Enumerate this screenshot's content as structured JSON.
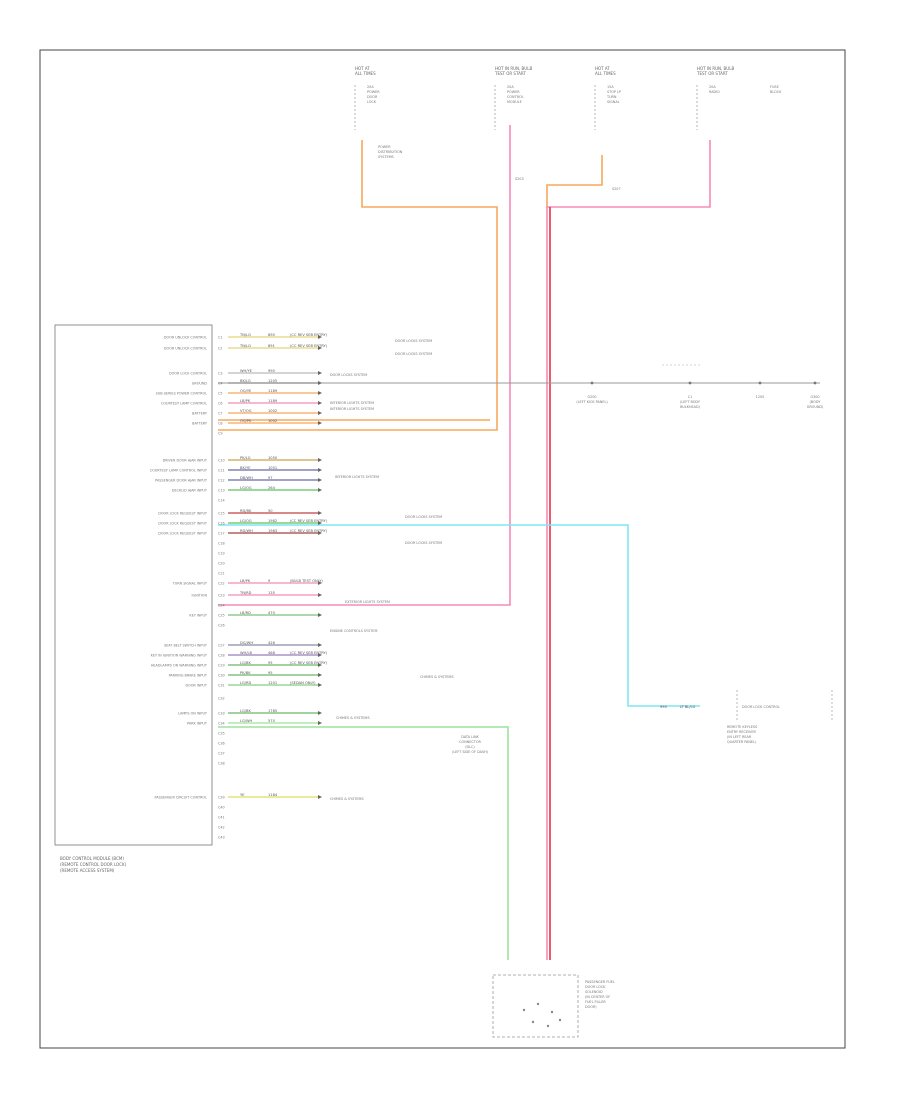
{
  "diagram": {
    "figure_id": "",
    "module_caption": [
      "BODY CONTROL MODULE (BCM)",
      "(REMOTE CONTROL DOOR LOCK)",
      "(REMOTE ACCESS SYSTEM)"
    ],
    "top_sources": [
      {
        "lines": [
          "HOT AT",
          "ALL TIMES"
        ],
        "fuse": [
          "20A",
          "POWER",
          "DOOR",
          "LOCK"
        ]
      },
      {
        "lines": [
          "HOT IN RUN, BULB",
          "TEST OR START"
        ],
        "fuse": [
          "20A",
          "POWER",
          "CONTROL",
          "MODULE"
        ]
      },
      {
        "lines": [
          "HOT AT",
          "ALL TIMES"
        ],
        "fuse": [
          "15A",
          "STOP LP",
          "TURN",
          "SIGNAL"
        ]
      },
      {
        "lines": [
          "HOT IN RUN, BULB",
          "TEST OR START"
        ],
        "fuse": [
          "20A",
          "RADIO"
        ]
      }
    ],
    "top_notes": [
      "POWER",
      "DISTRIBUTION",
      "SYSTEMS",
      "FUSE",
      "BLOCK",
      "S203",
      "S207"
    ],
    "module_pins": [
      {
        "pin": "C1",
        "wire": [
          "TN/LG",
          "890",
          "(CC REV SEB ENTRY)"
        ],
        "label": "DOOR UNLOCK CONTROL"
      },
      {
        "pin": "C2",
        "wire": [
          "TN/LG",
          "891",
          "(CC REV SEB ENTRY)"
        ],
        "label": "DOOR UNLOCK CONTROL"
      },
      {
        "pin": "C3",
        "wire": [
          "WH/YE",
          "990"
        ],
        "label": "DOOR LOCK CONTROL"
      },
      {
        "pin": "C4",
        "wire": [
          "BK/LG",
          "1205"
        ],
        "label": "GROUND"
      },
      {
        "pin": "C5",
        "wire": [
          "OG/YE",
          "1189"
        ],
        "label": "SUB-SERIES POWER CONTROL"
      },
      {
        "pin": "C6",
        "wire": [
          "LB/PK",
          "1189"
        ],
        "label": "COURTESY LAMP CONTROL"
      },
      {
        "pin": "C7",
        "wire": [
          "VT/OG",
          "1002"
        ],
        "label": "BATTERY"
      },
      {
        "pin": "C8",
        "wire": [
          "OG/PK",
          "1002"
        ],
        "label": "BATTERY"
      },
      {
        "pin": "C9",
        "wire": [],
        "label": ""
      },
      {
        "pin": "C10",
        "wire": [
          "PK/LG",
          "1050"
        ],
        "label": "DRIVER DOOR AJAR INPUT"
      },
      {
        "pin": "C11",
        "wire": [
          "BK/YE",
          "1051"
        ],
        "label": "COURTESY LAMP CONTROL INPUT"
      },
      {
        "pin": "C12",
        "wire": [
          "DB/WH",
          "97"
        ],
        "label": "PASSENGER DOOR AJAR INPUT"
      },
      {
        "pin": "C13",
        "wire": [
          "LG/OG",
          "264"
        ],
        "label": "DECKLID AJAR INPUT"
      },
      {
        "pin": "C14",
        "wire": [],
        "label": ""
      },
      {
        "pin": "C15",
        "wire": [
          "RD/BK",
          "50"
        ],
        "label": "DOOR LOCK REQUEST INPUT"
      },
      {
        "pin": "C16",
        "wire": [
          "LG/OG",
          "1982",
          "(CC REV SEB ENTRY)"
        ],
        "label": "DOOR LOCK REQUEST INPUT"
      },
      {
        "pin": "C17",
        "wire": [
          "RD/WH",
          "1983",
          "(CC REV SEB ENTRY)"
        ],
        "label": "DOOR LOCK REQUEST INPUT"
      },
      {
        "pin": "C18",
        "wire": [],
        "label": ""
      },
      {
        "pin": "C19",
        "wire": [],
        "label": ""
      },
      {
        "pin": "C20",
        "wire": [],
        "label": ""
      },
      {
        "pin": "C21",
        "wire": [],
        "label": ""
      },
      {
        "pin": "C22",
        "wire": [
          "LB/PK",
          "9",
          "(BULB TEST ONLY)"
        ],
        "label": "TURN SIGNAL INPUT"
      },
      {
        "pin": "C23",
        "wire": [
          "TN/RD",
          "135"
        ],
        "label": "IGNITION"
      },
      {
        "pin": "C24",
        "wire": [],
        "label": ""
      },
      {
        "pin": "C25",
        "wire": [
          "LB/RD",
          "470"
        ],
        "label": "KEY INPUT"
      },
      {
        "pin": "C26",
        "wire": [],
        "label": ""
      },
      {
        "pin": "C27",
        "wire": [
          "DG/WH",
          "426"
        ],
        "label": "SEAT BELT SWITCH INPUT"
      },
      {
        "pin": "C28",
        "wire": [
          "WH/LB",
          "468",
          "(CC REV SEB ENTRY)"
        ],
        "label": "KEY IN IGNITION WARNING INPUT"
      },
      {
        "pin": "C29",
        "wire": [
          "LG/BK",
          "95",
          "(CC REV SEB ENTRY)"
        ],
        "label": "HEADLAMPS ON WARNING INPUT"
      },
      {
        "pin": "C30",
        "wire": [
          "PK/BK",
          "95"
        ],
        "label": "PARKING BRAKE INPUT"
      },
      {
        "pin": "C31",
        "wire": [
          "LG/RD",
          "1201",
          "(SEDAN ONLY)"
        ],
        "label": "DOOR INPUT"
      },
      {
        "pin": "C32",
        "wire": [],
        "label": ""
      },
      {
        "pin": "C33",
        "wire": [
          "LG/BK",
          "1785"
        ],
        "label": "LAMPS ON INPUT"
      },
      {
        "pin": "C34",
        "wire": [
          "LG/WH",
          "570"
        ],
        "label": "PARK INPUT"
      },
      {
        "pin": "C35",
        "wire": [],
        "label": ""
      },
      {
        "pin": "C36",
        "wire": [],
        "label": ""
      },
      {
        "pin": "C37",
        "wire": [],
        "label": ""
      },
      {
        "pin": "C38",
        "wire": [],
        "label": ""
      },
      {
        "pin": "C39",
        "wire": [
          "YE",
          "1184"
        ],
        "label": "PASSENGER CIRCUIT CONTROL"
      },
      {
        "pin": "C40",
        "wire": [],
        "label": ""
      },
      {
        "pin": "C41",
        "wire": [],
        "label": ""
      },
      {
        "pin": "C42",
        "wire": [],
        "label": ""
      },
      {
        "pin": "C43",
        "wire": [],
        "label": ""
      }
    ],
    "system_refs": [
      {
        "text": "DOOR LOCKS SYSTEM"
      },
      {
        "text": "DOOR LOCKS SYSTEM"
      },
      {
        "text": "DOOR LOCKS SYSTEM"
      },
      {
        "text": "INTERIOR LIGHTS SYSTEM"
      },
      {
        "text": "INTERIOR LIGHTS SYSTEM"
      },
      {
        "text": "INTERIOR LIGHTS SYSTEM"
      },
      {
        "text": "DOOR LOCKS SYSTEM"
      },
      {
        "text": "DOOR LOCKS SYSTEM"
      },
      {
        "text": "EXTERIOR LIGHTS SYSTEM"
      },
      {
        "text": "ENGINE CONTROLS SYSTEM"
      },
      {
        "text": "CHIMES & SYSTEMS"
      },
      {
        "text": "CHIMES & SYSTEMS"
      },
      {
        "text": "CHIMES & SYSTEMS"
      }
    ],
    "ground_bus": [
      {
        "label": [
          "G200",
          "(LEFT KICK PANEL)"
        ]
      },
      {
        "label": [
          "C1",
          "(LEFT BODY",
          "BULKHEAD)"
        ]
      },
      {
        "label": [
          "1205"
        ]
      },
      {
        "label": [
          "G300",
          "(BODY",
          "GROUND)"
        ]
      }
    ],
    "right_component": {
      "wire": [
        "990",
        "LT BL/LG"
      ],
      "lines": [
        "DOOR LOCK CONTROL",
        "REMOTE KEYLESS",
        "ENTRY RECEIVER",
        "(IN LEFT REAR",
        "QUARTER PANEL)"
      ]
    },
    "bottom_component": {
      "lines": [
        "PASSENGER FUEL",
        "DOOR LOCK",
        "SOLENOID",
        "(IN CENTER OF",
        "FUEL FILLER",
        "DOOR)"
      ]
    },
    "center_note": [
      "DATA LINK",
      "CONNECTOR",
      "(DLC)",
      "(LEFT SIDE OF DASH)"
    ]
  }
}
